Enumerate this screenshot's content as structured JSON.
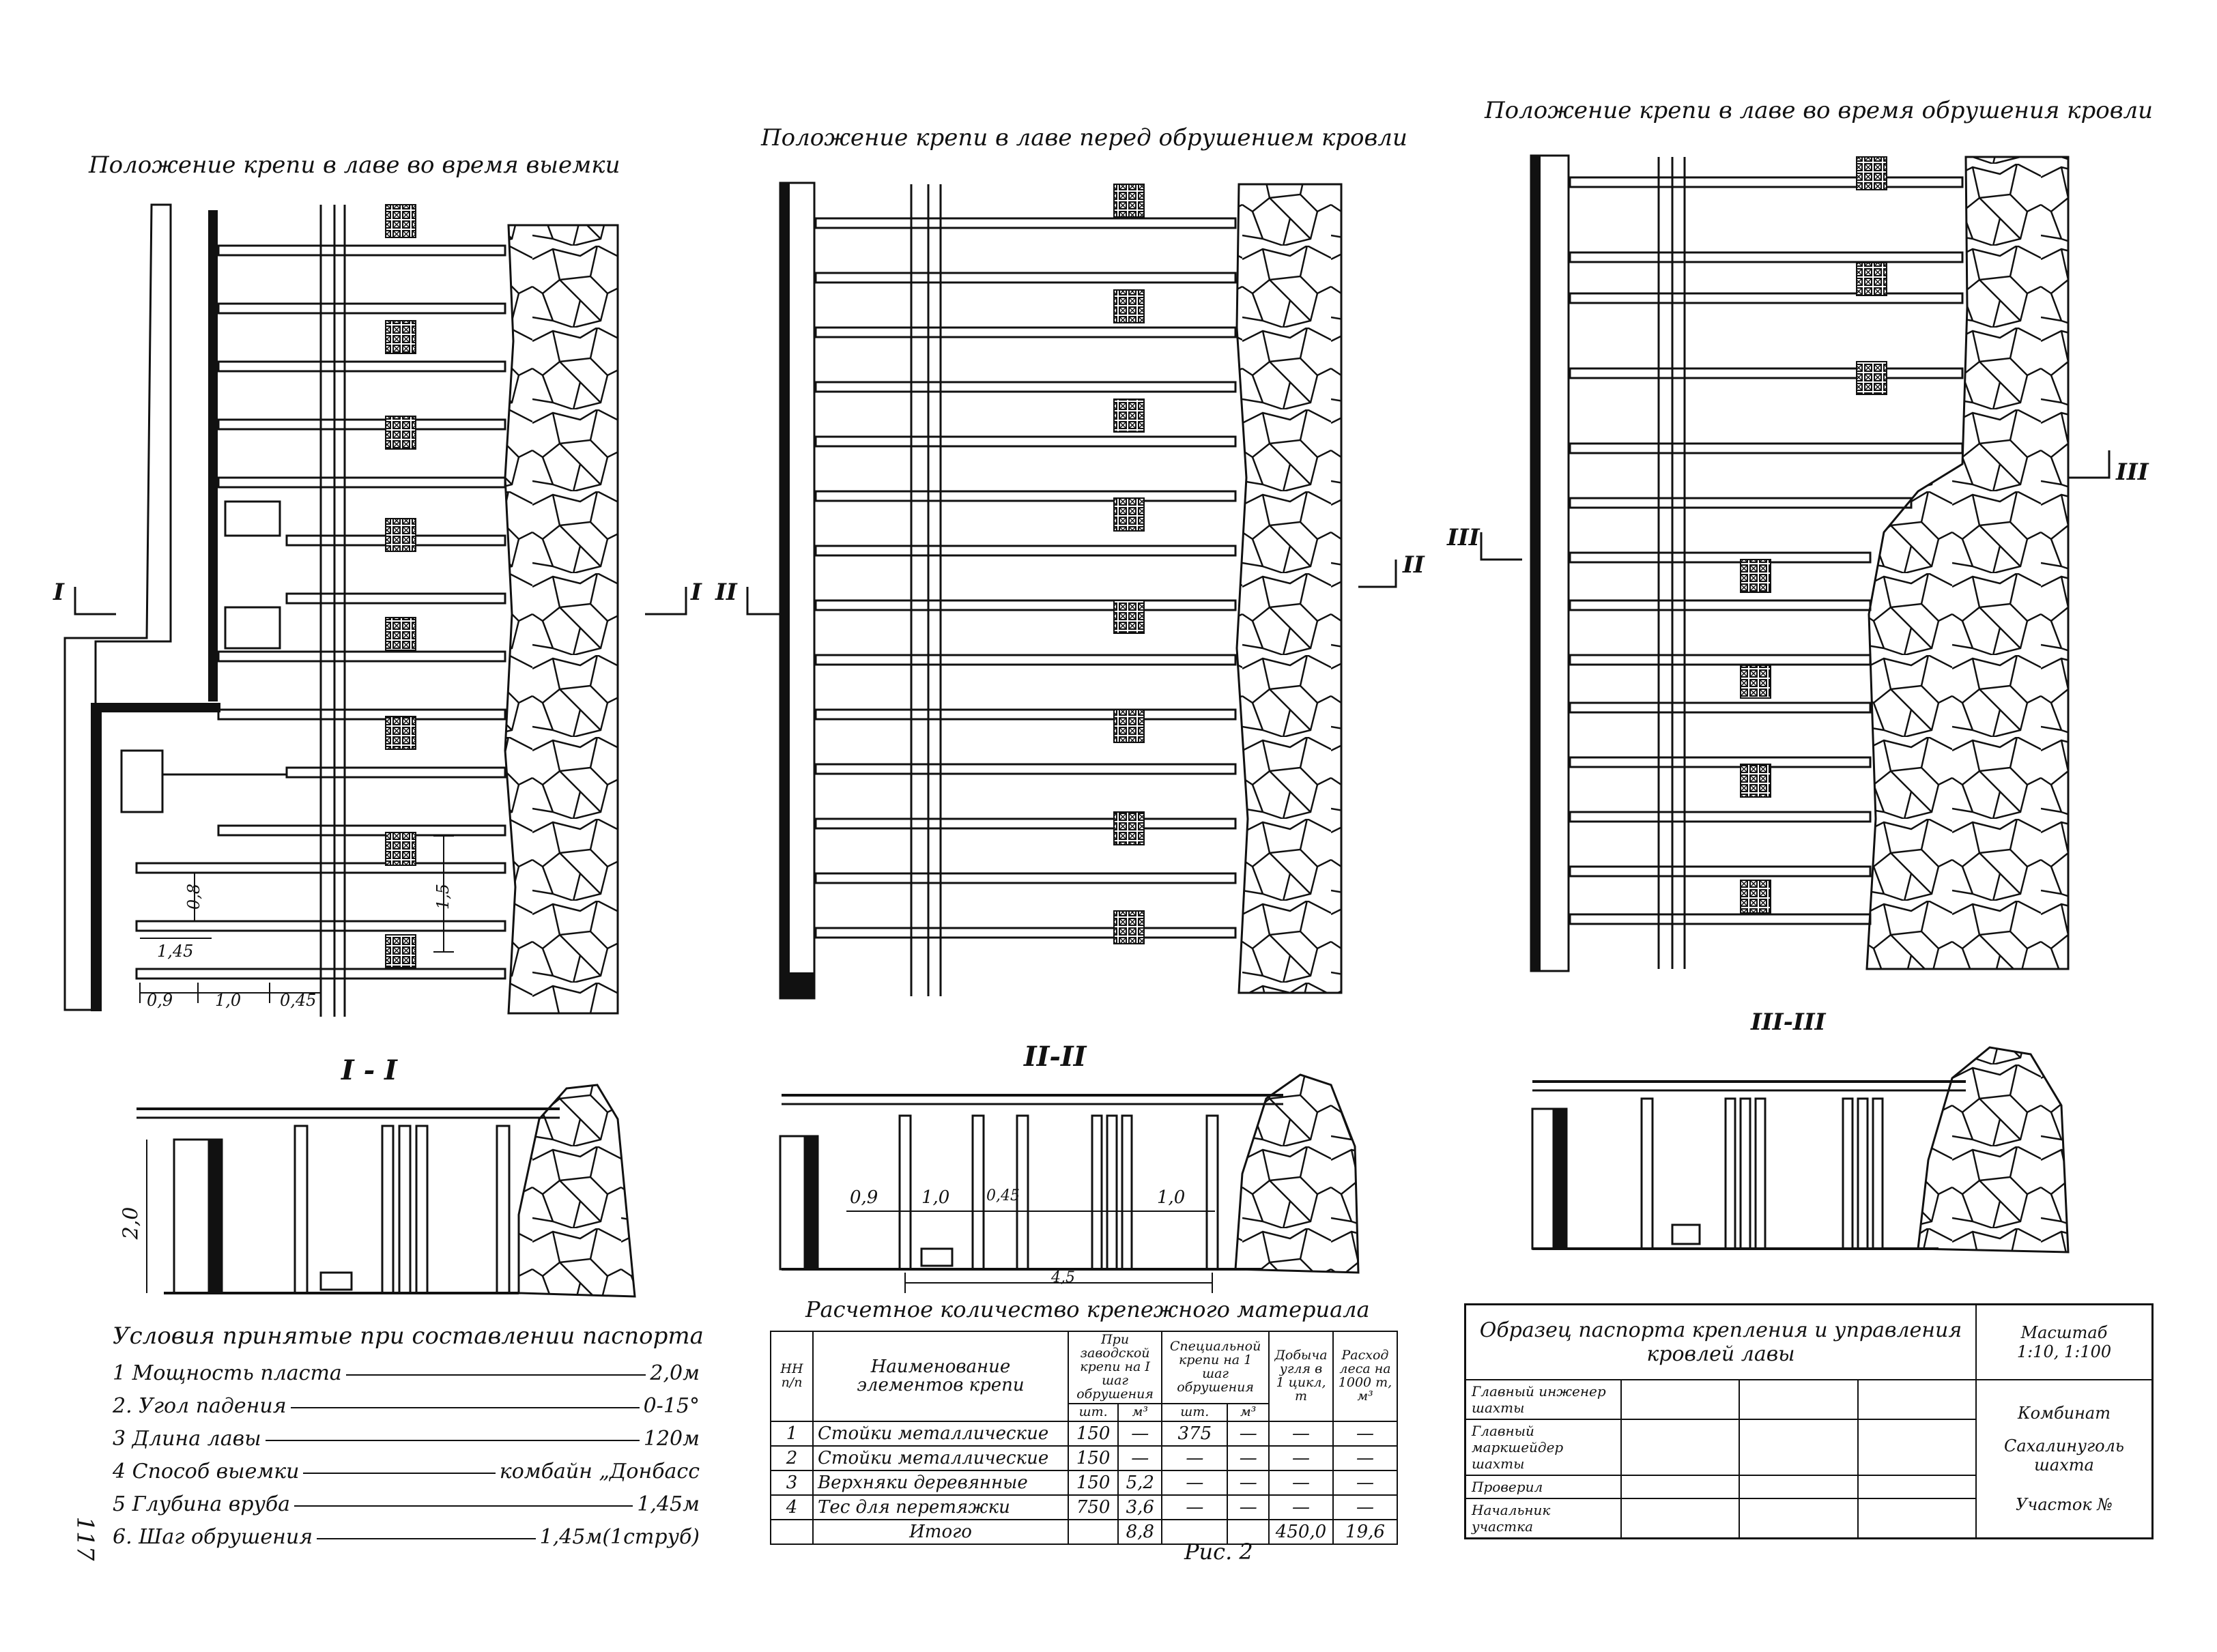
{
  "page": {
    "number": "117"
  },
  "panels": {
    "p1": {
      "title": "Положение крепи в лаве во время выемки"
    },
    "p2": {
      "title": "Положение крепи в лаве перед обрушением кровли"
    },
    "p3": {
      "title": "Положение крепи в лаве во время обрушения кровли"
    }
  },
  "section_marks": {
    "m1_left": "I",
    "m1_right": "I",
    "m2_left": "II",
    "m2_right": "II",
    "m3_left": "III",
    "m3_right": "III"
  },
  "dims_plan": {
    "d1": "0,9",
    "d2": "1,0",
    "d3": "0,45",
    "d4": "0,8",
    "d5": "1,45",
    "d6": "1,5"
  },
  "sections": {
    "s1": {
      "label": "I - I",
      "height": "2,0"
    },
    "s2": {
      "label": "II-II",
      "d1": "0,9",
      "d2": "1,0",
      "d3": "0,45",
      "d4": "1,0",
      "total": "4,5"
    },
    "s3": {
      "label": "III-III"
    }
  },
  "conditions": {
    "title": "Условия принятые при составлении паспорта",
    "items": [
      {
        "label": "1 Мощность пласта",
        "value": "2,0м"
      },
      {
        "label": "2. Угол падения",
        "value": "0-15°"
      },
      {
        "label": "3 Длина лавы",
        "value": "120м"
      },
      {
        "label": "4 Способ выемки",
        "value": "комбайн „Донбасс"
      },
      {
        "label": "5 Глубина вруба",
        "value": "1,45м"
      },
      {
        "label": "6. Шаг обрушения",
        "value": "1,45м(1струб)"
      }
    ]
  },
  "materials": {
    "title": "Расчетное количество крепежного материала",
    "headers": {
      "nn": "НН п/п",
      "name": "Наименование элементов крепи",
      "g1": "При заводской крепи на I шаг обрушения",
      "g2": "Специальной крепи на 1 шаг обрушения",
      "coal": "Добыча угля в 1 цикл, т",
      "wood": "Расход леса на 1000 т, м³",
      "u_sht": "шт.",
      "u_m3": "м³",
      "u_sht2": "шт.",
      "u_m3b": "м³"
    },
    "rows": [
      {
        "n": "1",
        "name": "Стойки металлические",
        "a": "150",
        "b": "—",
        "c": "375",
        "d": "—",
        "e": "—",
        "f": "—"
      },
      {
        "n": "2",
        "name": "Стойки металлические",
        "a": "150",
        "b": "—",
        "c": "—",
        "d": "—",
        "e": "—",
        "f": "—"
      },
      {
        "n": "3",
        "name": "Верхняки деревянные",
        "a": "150",
        "b": "5,2",
        "c": "—",
        "d": "—",
        "e": "—",
        "f": "—"
      },
      {
        "n": "4",
        "name": "Тес для перетяжки",
        "a": "750",
        "b": "3,6",
        "c": "—",
        "d": "—",
        "e": "—",
        "f": "—"
      }
    ],
    "total": {
      "label": "Итого",
      "b": "8,8",
      "e": "450,0",
      "f": "19,6"
    }
  },
  "figure_caption": "Рис. 2",
  "stamp": {
    "title": "Образец паспорта крепления и управления кровлей лавы",
    "scale_label": "Масштаб",
    "scale_value": "1:10, 1:100",
    "roles": [
      "Главный инженер шахты",
      "Главный маркшейдер шахты",
      "Проверил",
      "Начальник участка"
    ],
    "org1": "Комбинат",
    "org2": "Сахалинуголь",
    "org3": "шахта",
    "section": "Участок №"
  }
}
